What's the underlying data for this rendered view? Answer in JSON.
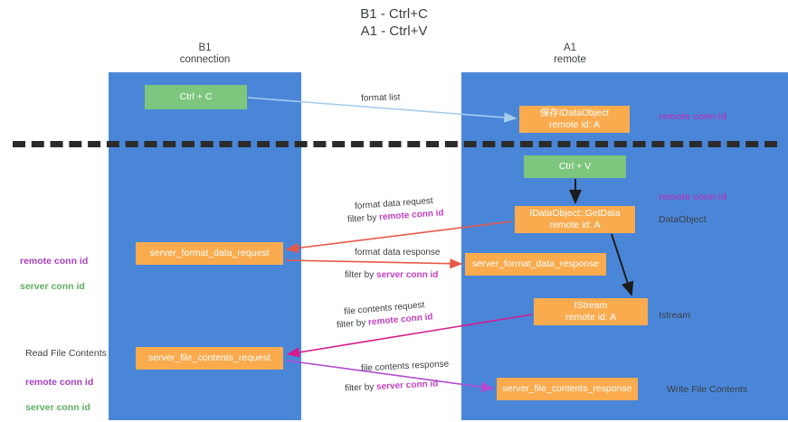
{
  "title": "B1 - Ctrl+C\nA1 - Ctrl+V",
  "lanes": [
    {
      "name": "b1",
      "heading": "B1\nconnection",
      "color": "#4a86d8"
    },
    {
      "name": "a1",
      "heading": "A1\nremote",
      "color": "#4a86d8"
    }
  ],
  "nodes": {
    "ctrl_c": "Ctrl + C",
    "idataobject": "保存IDataObject\nremote id: A",
    "ctrl_v": "Ctrl + V",
    "getdata": "IDataObject::GetData\nremote id: A",
    "server_format_data_request": "server_format_data_request",
    "server_format_data_response": "server_format_data_response",
    "istream": "IStream\nremote id: A",
    "server_file_contents_request": "server_file_contents_request",
    "server_file_contents_response": "server_file_contents_response"
  },
  "side_labels": {
    "remote_conn_id_top": "remote conn id",
    "remote_conn_id_mid": "remote conn id",
    "dataobject": "DataObject",
    "istream": "Istream",
    "write_file_contents": "Write File Contents",
    "read_file_contents": "Read File Contents",
    "left_conn_ids_mid": {
      "remote": "remote conn id",
      "server": "server conn id"
    },
    "left_conn_ids_bottom": {
      "remote": "remote conn id",
      "server": "server conn id"
    }
  },
  "edges": {
    "format_list": "format list",
    "format_data_request": {
      "line1": "format data request",
      "prefix": "filter by ",
      "highlight": "remote conn id"
    },
    "format_data_response": {
      "line1": "format data response",
      "prefix": "filter by ",
      "highlight": "server conn id"
    },
    "file_contents_request": {
      "line1": "file contents request",
      "prefix": "filter by ",
      "highlight": "remote conn id"
    },
    "file_contents_response": {
      "line1": "file contents response",
      "prefix": "filter by ",
      "highlight": "server conn id"
    }
  },
  "colors": {
    "lane": "#4a86d8",
    "green_node": "#7dc67e",
    "orange_node": "#f9ab4e",
    "purple_text": "#a63fc0",
    "green_text": "#5fae5f",
    "light_blue_arrow": "#a8cdec",
    "red_arrow": "#e8594a",
    "magenta_arrow": "#d81b8c",
    "purple_arrow": "#b44bd0",
    "black_arrow": "#1c1c1c",
    "divider": "#2b2b2b"
  }
}
